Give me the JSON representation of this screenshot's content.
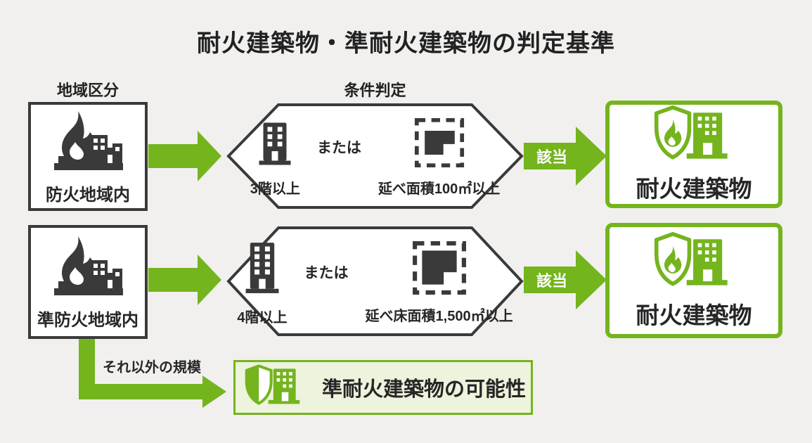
{
  "title": "耐火建築物・準耐火建築物の判定基準",
  "column_headers": {
    "area": "地域区分",
    "condition": "条件判定"
  },
  "rows": [
    {
      "area_label": "防火地域内",
      "area_icon": "flame-city-icon",
      "condition": {
        "floors_label": "3階以上",
        "floors_icon": "building-3-floors-icon",
        "or_label": "または",
        "area_label": "延べ面積100㎡以上",
        "area_icon": "dashed-floor-area-icon"
      },
      "match_arrow_label": "該当",
      "result_label": "耐火建築物",
      "result_icon": "shield-flame-building-icon"
    },
    {
      "area_label": "準防火地域内",
      "area_icon": "flame-city-icon",
      "condition": {
        "floors_label": "4階以上",
        "floors_icon": "building-4-floors-icon",
        "or_label": "または",
        "area_label": "延べ床面積1,500㎡以上",
        "area_icon": "dashed-floor-area-icon"
      },
      "match_arrow_label": "該当",
      "result_label": "耐火建築物",
      "result_icon": "shield-flame-building-icon"
    }
  ],
  "fallback": {
    "arrow_label": "それ以外の規模",
    "result_label": "準耐火建築物の可能性",
    "result_icon": "shield-building-icon"
  },
  "colors": {
    "green": "#74b41d",
    "light_green_fill": "#edf3dc",
    "dark": "#3a3a3a",
    "text": "#262626",
    "background": "#f1f0ee",
    "arrow_text": "#ffffff"
  }
}
